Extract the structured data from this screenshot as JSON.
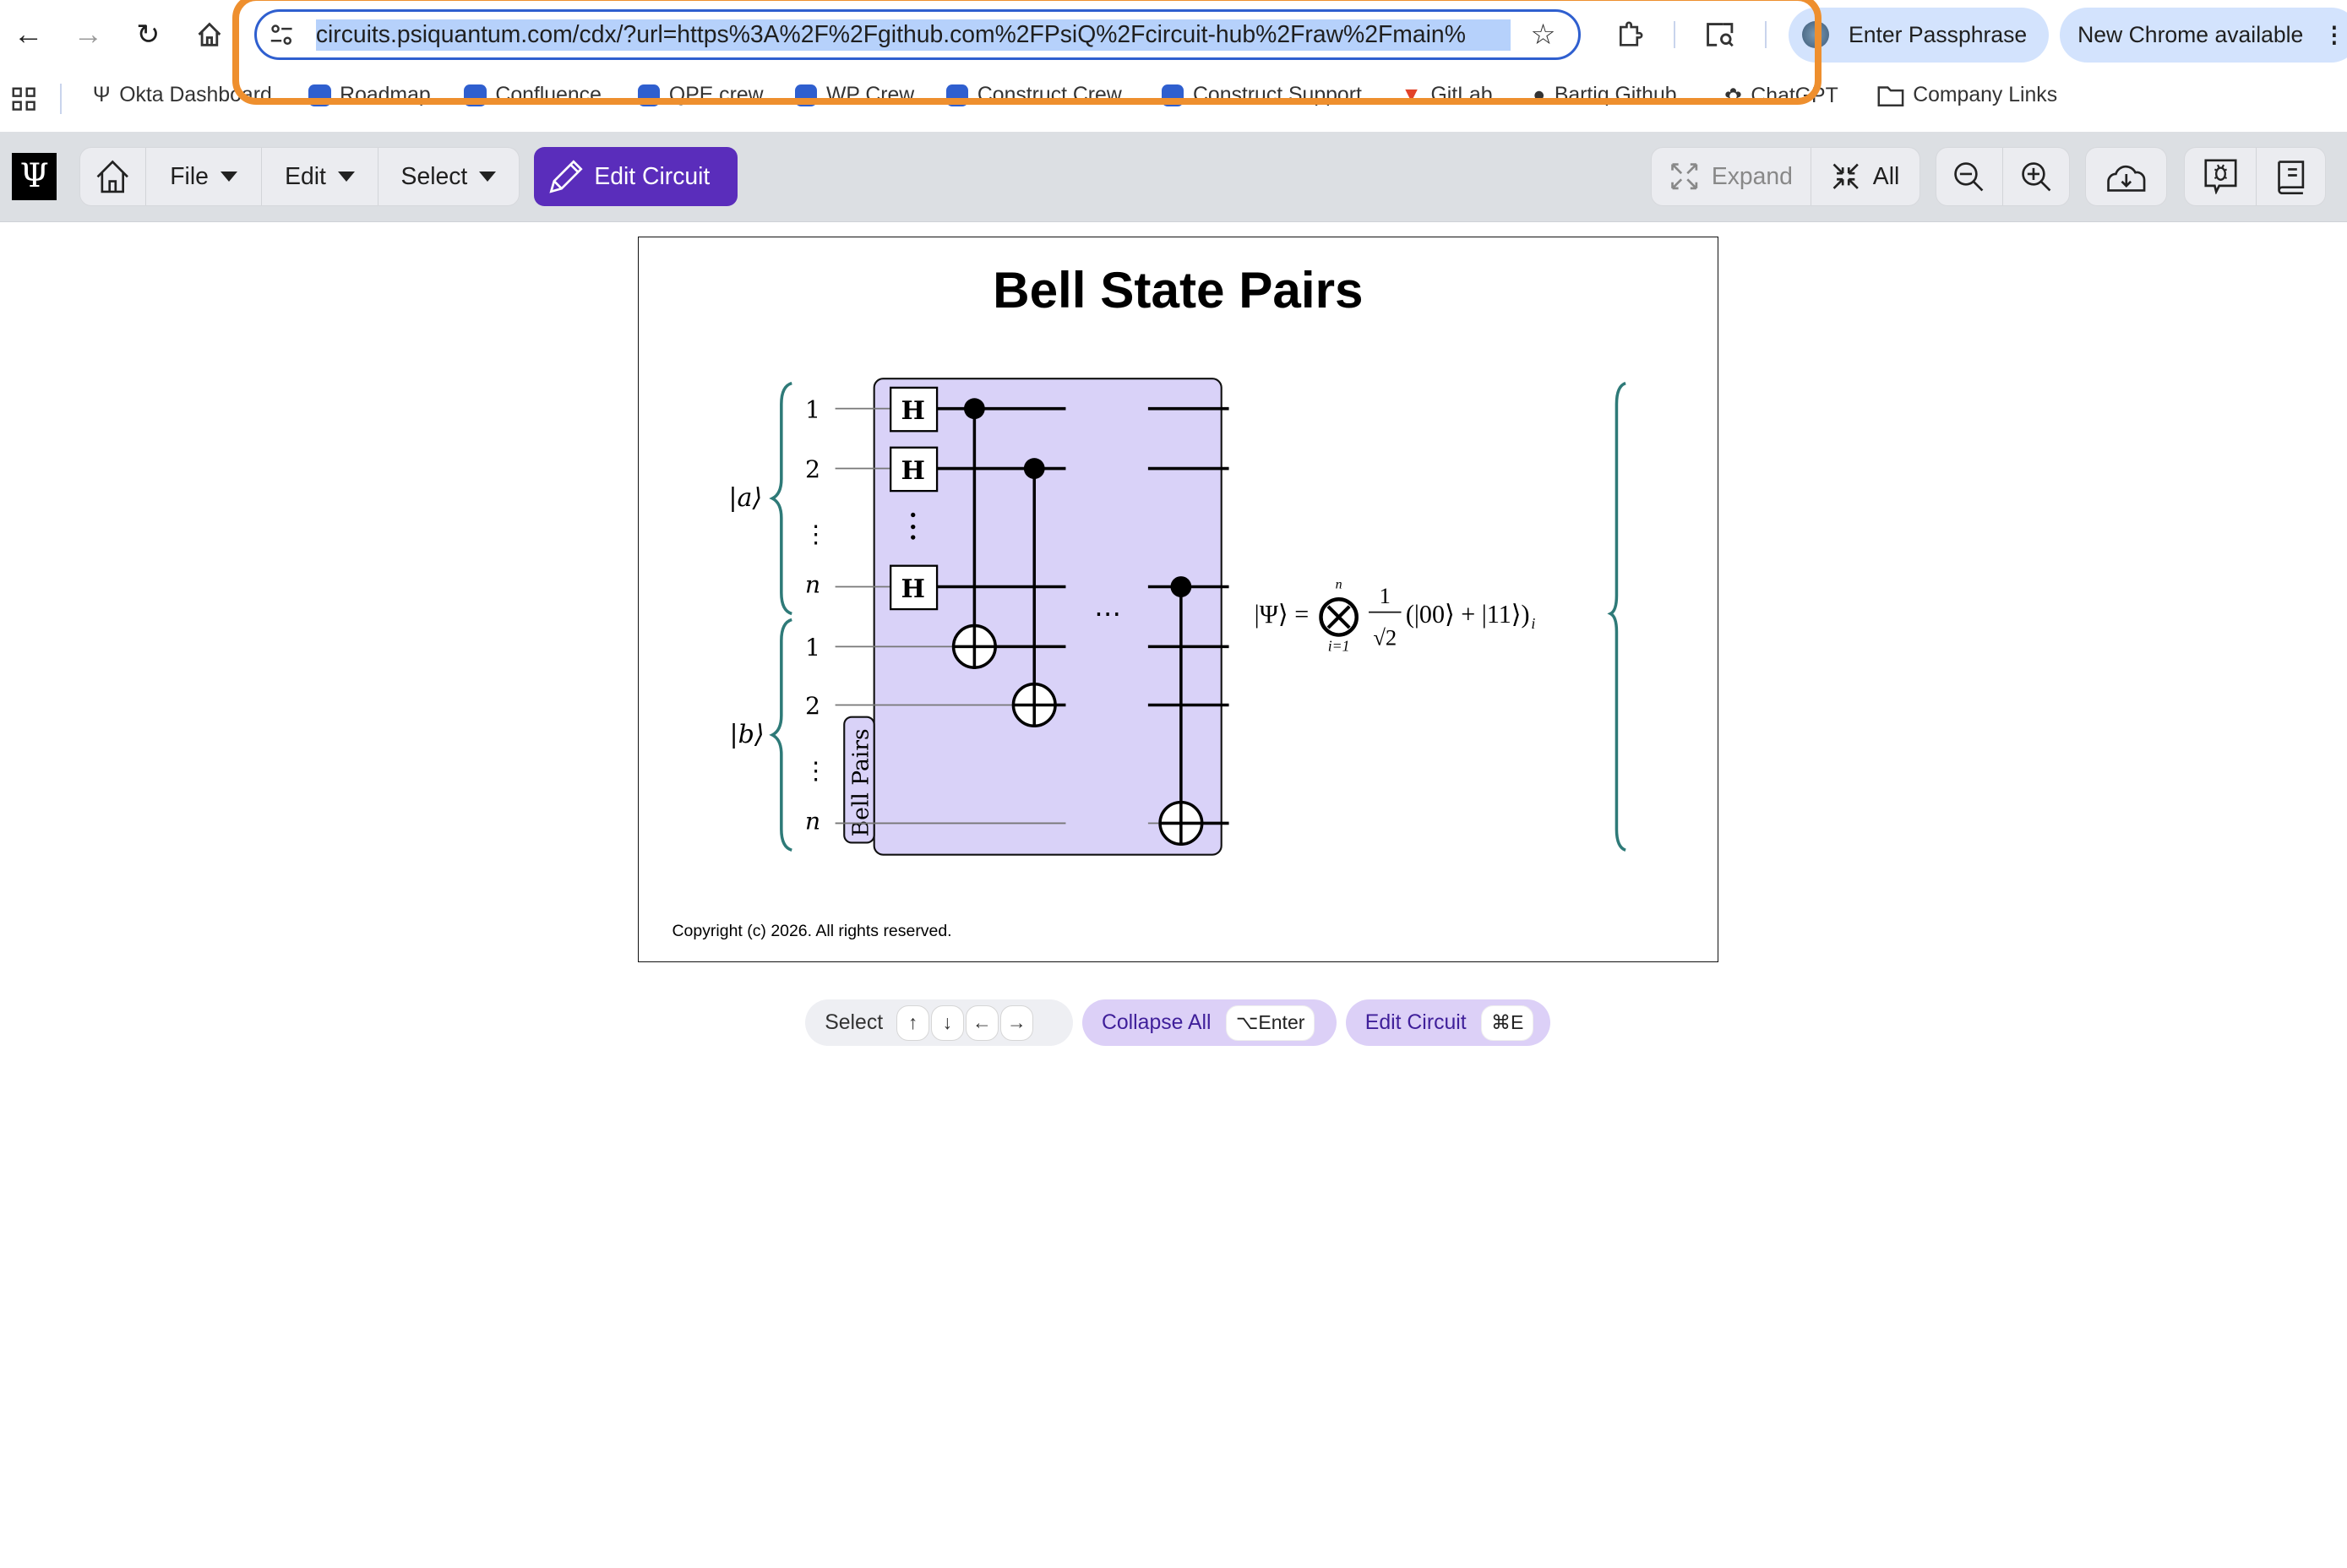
{
  "browser": {
    "url": "circuits.psiquantum.com/cdx/?url=https%3A%2F%2Fgithub.com%2FPsiQ%2Fcircuit-hub%2Fraw%2Fmain%",
    "enter_passphrase": "Enter Passphrase",
    "new_chrome": "New Chrome available",
    "bookmarks": [
      "Okta Dashboard",
      "Roadmap",
      "Confluence",
      "QPE crew",
      "WP Crew",
      "Construct Crew",
      "Construct Support",
      "GitLab",
      "Bartiq Github",
      "ChatGPT",
      "Company Links"
    ],
    "highlight_color": "#ee8f2e"
  },
  "app": {
    "logo": "Ψ",
    "menu": {
      "file": "File",
      "edit": "Edit",
      "select": "Select"
    },
    "edit_circuit": "Edit Circuit",
    "expand": "Expand",
    "collapse_all": "All",
    "accent_color": "#5a2dbb"
  },
  "circuit": {
    "title": "Bell State Pairs",
    "register_a": "|a⟩",
    "register_b": "|b⟩",
    "qubit_labels_a": [
      "1",
      "2",
      "⋮",
      "n"
    ],
    "qubit_labels_b": [
      "1",
      "2",
      "⋮",
      "n"
    ],
    "gate_label": "H",
    "block_label": "Bell Pairs",
    "ellipsis": "⋯",
    "formula": {
      "lhs": "|Ψ⟩ =",
      "op": "⨂",
      "upper": "n",
      "lower": "i=1",
      "num": "1",
      "den": "√2",
      "rest": "(|00⟩ + |11⟩)",
      "sub": "i"
    },
    "copyright": "Copyright (c) 2026. All rights reserved."
  },
  "shortcuts": {
    "select": "Select",
    "arrows": [
      "↑",
      "↓",
      "←",
      "→"
    ],
    "collapse_all": "Collapse All",
    "collapse_key": "⌥Enter",
    "edit_circuit": "Edit Circuit",
    "edit_key": "⌘E"
  }
}
